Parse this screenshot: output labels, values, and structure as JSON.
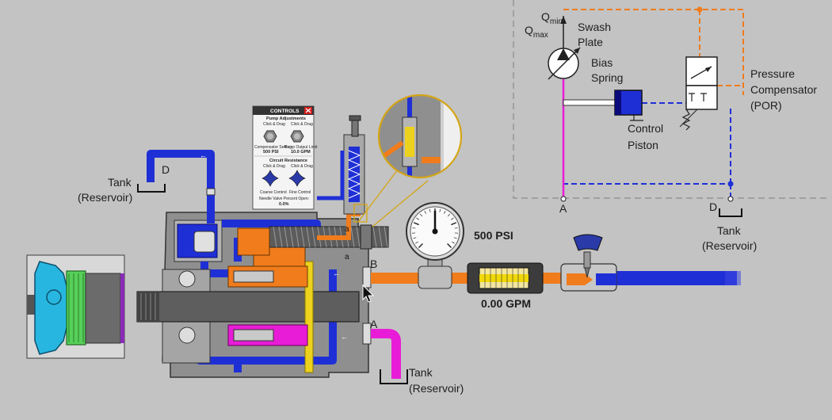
{
  "colors": {
    "background": "#c3c3c3",
    "tank_line": "#1f2fd6",
    "pressure_line": "#f07c1c",
    "suction_line": "#e81cd6",
    "housing": "#8e8e8e",
    "controls_header": "#333333",
    "controls_close": "#d01c1c"
  },
  "icons": {
    "close": "close-icon",
    "cursor": "arrow-cursor-icon",
    "knob": "hex-knob-icon",
    "needle_valve": "valve-handle-icon"
  },
  "schematic": {
    "q_min_main": "Q",
    "q_min_sub": "min",
    "q_max_main": "Q",
    "q_max_sub": "max",
    "swash_plate": [
      "Swash",
      "Plate"
    ],
    "bias_spring": [
      "Bias",
      "Spring"
    ],
    "control_piston": [
      "Control",
      "Piston"
    ],
    "pressure_compensator": [
      "Pressure",
      "Compensator",
      "(POR)"
    ],
    "port_a": "A",
    "port_d": "D",
    "tank": [
      "Tank",
      "(Reservoir)"
    ]
  },
  "pump": {
    "port_d": "D",
    "port_b": "B",
    "port_a": "A",
    "port_a_small_1": "a",
    "port_a_small_2": "a",
    "tank_top": [
      "Tank",
      "(Reservoir)"
    ],
    "tank_bottom": [
      "Tank",
      "(Reservoir)"
    ]
  },
  "gauge": {
    "reading": "500 PSI",
    "pressure_psi": 500
  },
  "flow_meter": {
    "reading": "0.00 GPM",
    "flow_gpm": 0
  },
  "controls": {
    "title": "CONTROLS",
    "pump_section": "Pump Adjustments",
    "knob1_hint": "Click & Drag",
    "knob2_hint": "Click & Drag",
    "knob1_label": "Compensator Setting",
    "knob2_label": "Pump Output Limit",
    "knob1_value": "500 PSI",
    "knob2_value": "10.0 GPM",
    "circuit_section": "Circuit Resistance",
    "knob3_hint": "Click & Drag",
    "knob4_hint": "Click & Drag",
    "knob3_label": "Coarse Control",
    "knob4_label": "Fine Control",
    "needle_label": "Needle Valve Percent Open:",
    "needle_value": "0.0%"
  }
}
